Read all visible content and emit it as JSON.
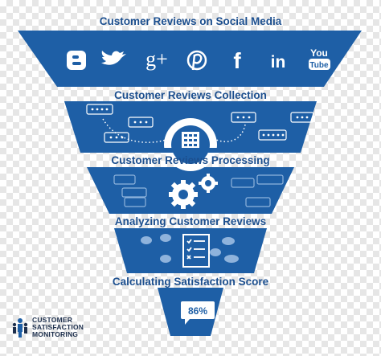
{
  "stages": [
    {
      "title": "Customer Reviews on Social Media"
    },
    {
      "title": "Customer Reviews Collection"
    },
    {
      "title": "Customer Reviews Processing"
    },
    {
      "title": "Analyzing Customer Reviews"
    },
    {
      "title": "Calculating Satisfaction Score"
    }
  ],
  "social_icons": [
    "blogger-icon",
    "twitter-icon",
    "google-plus-icon",
    "pinterest-icon",
    "facebook-icon",
    "linkedin-icon",
    "youtube-icon"
  ],
  "social_glyphs": {
    "google_plus": "g+",
    "facebook": "f",
    "linkedin": "in",
    "youtube_top": "You",
    "youtube_bottom": "Tube"
  },
  "score": {
    "value": "86%"
  },
  "logo": {
    "line1": "CUSTOMER",
    "line2": "SATISFACTION",
    "line3": "MONITORING"
  },
  "colors": {
    "funnel": "#1e5fa6",
    "title": "#1c4f8f",
    "icon": "#ffffff",
    "pale_icon": "#8fb3dc"
  }
}
